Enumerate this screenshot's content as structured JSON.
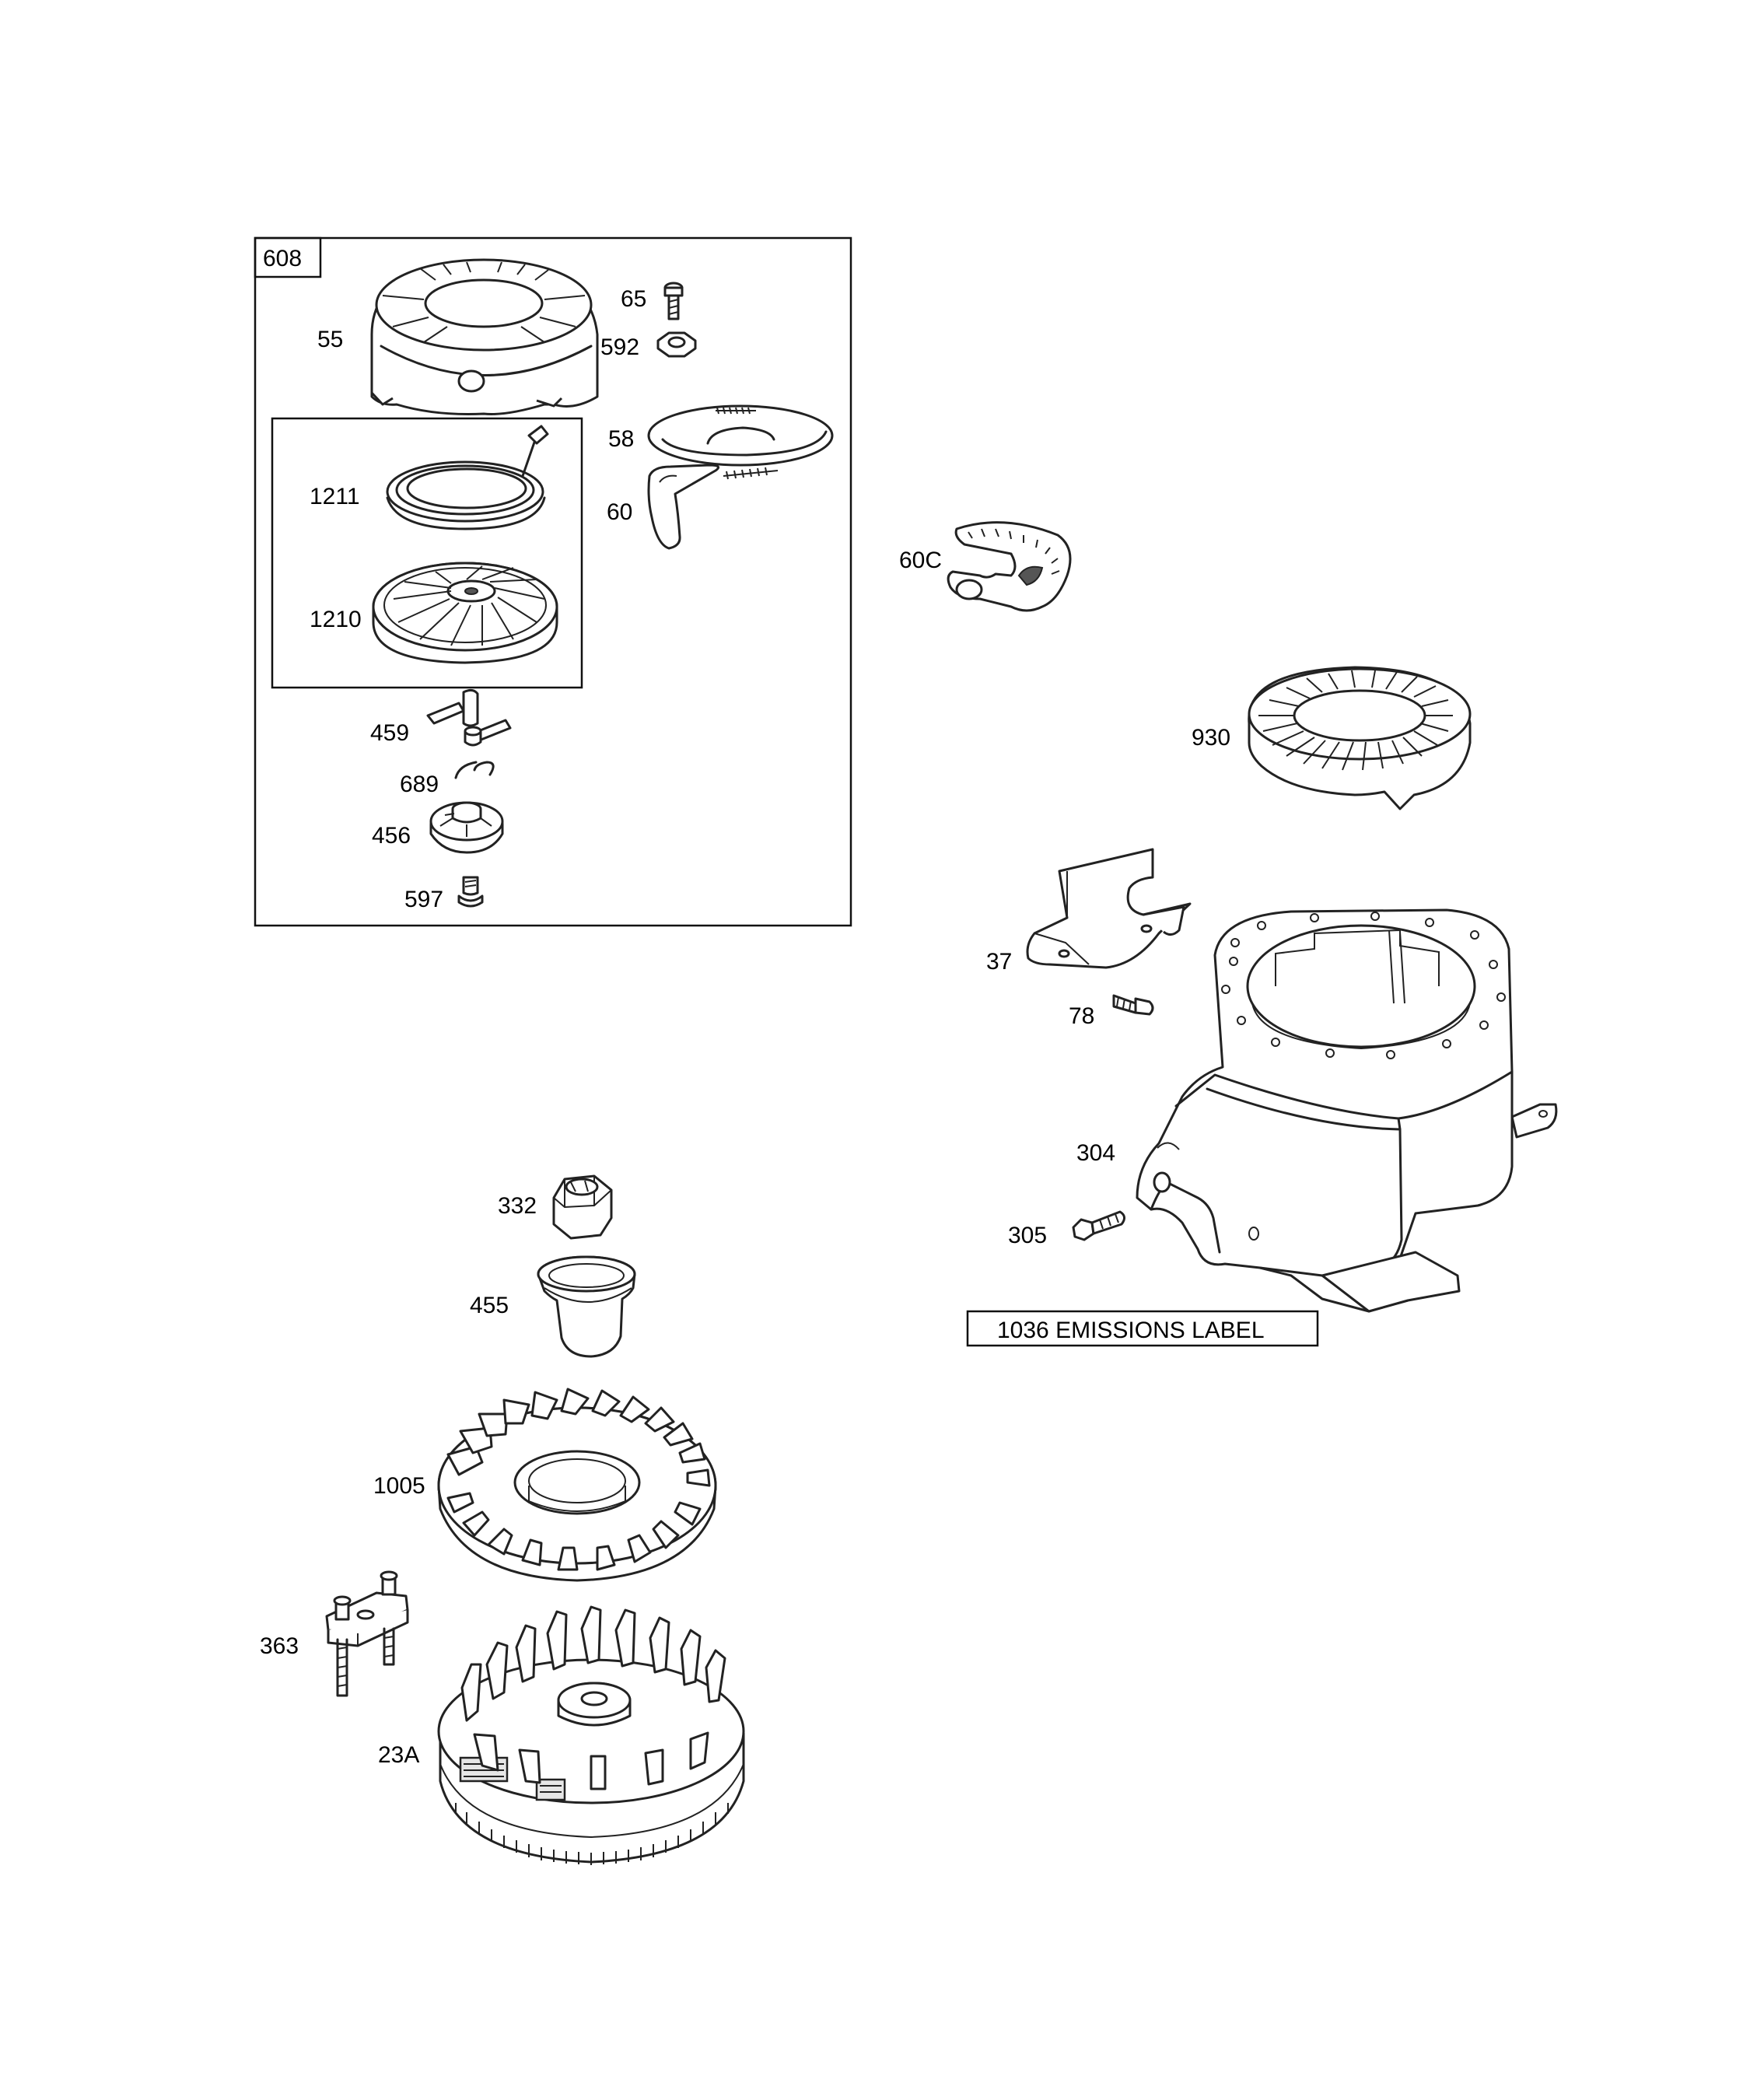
{
  "labels": {
    "608": "608",
    "55": "55",
    "65": "65",
    "592": "592",
    "58": "58",
    "60": "60",
    "1211": "1211",
    "1210": "1210",
    "459": "459",
    "689": "689",
    "456": "456",
    "597": "597",
    "60C": "60C",
    "930": "930",
    "37": "37",
    "78": "78",
    "304": "304",
    "305": "305",
    "332": "332",
    "455": "455",
    "1005": "1005",
    "363": "363",
    "23A": "23A"
  },
  "emissions_label": "1036 EMISSIONS LABEL"
}
